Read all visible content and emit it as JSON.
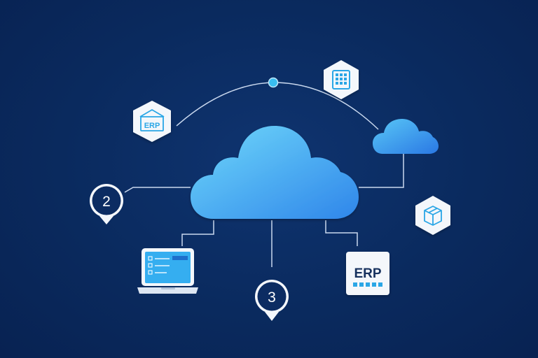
{
  "colors": {
    "background": "#0a2a5e",
    "line": "#c9d8ee",
    "cloud_light": "#5fd0f7",
    "cloud_dark": "#2f86ea",
    "accent": "#2aa6e6",
    "tile": "#f4f7fb"
  },
  "nodes": {
    "erp_warehouse": {
      "icon": "warehouse-erp-icon",
      "text": "ERP"
    },
    "building": {
      "icon": "building-icon"
    },
    "package": {
      "icon": "package-box-icon"
    },
    "laptop": {
      "icon": "laptop-icon"
    },
    "erp_tile": {
      "icon": "erp-grid-icon",
      "text": "ERP"
    },
    "pin_2": {
      "icon": "map-pin-icon",
      "number": "2"
    },
    "pin_3": {
      "icon": "map-pin-icon",
      "number": "3"
    },
    "main_cloud": {
      "icon": "cloud-icon"
    },
    "small_cloud": {
      "icon": "cloud-icon"
    }
  }
}
